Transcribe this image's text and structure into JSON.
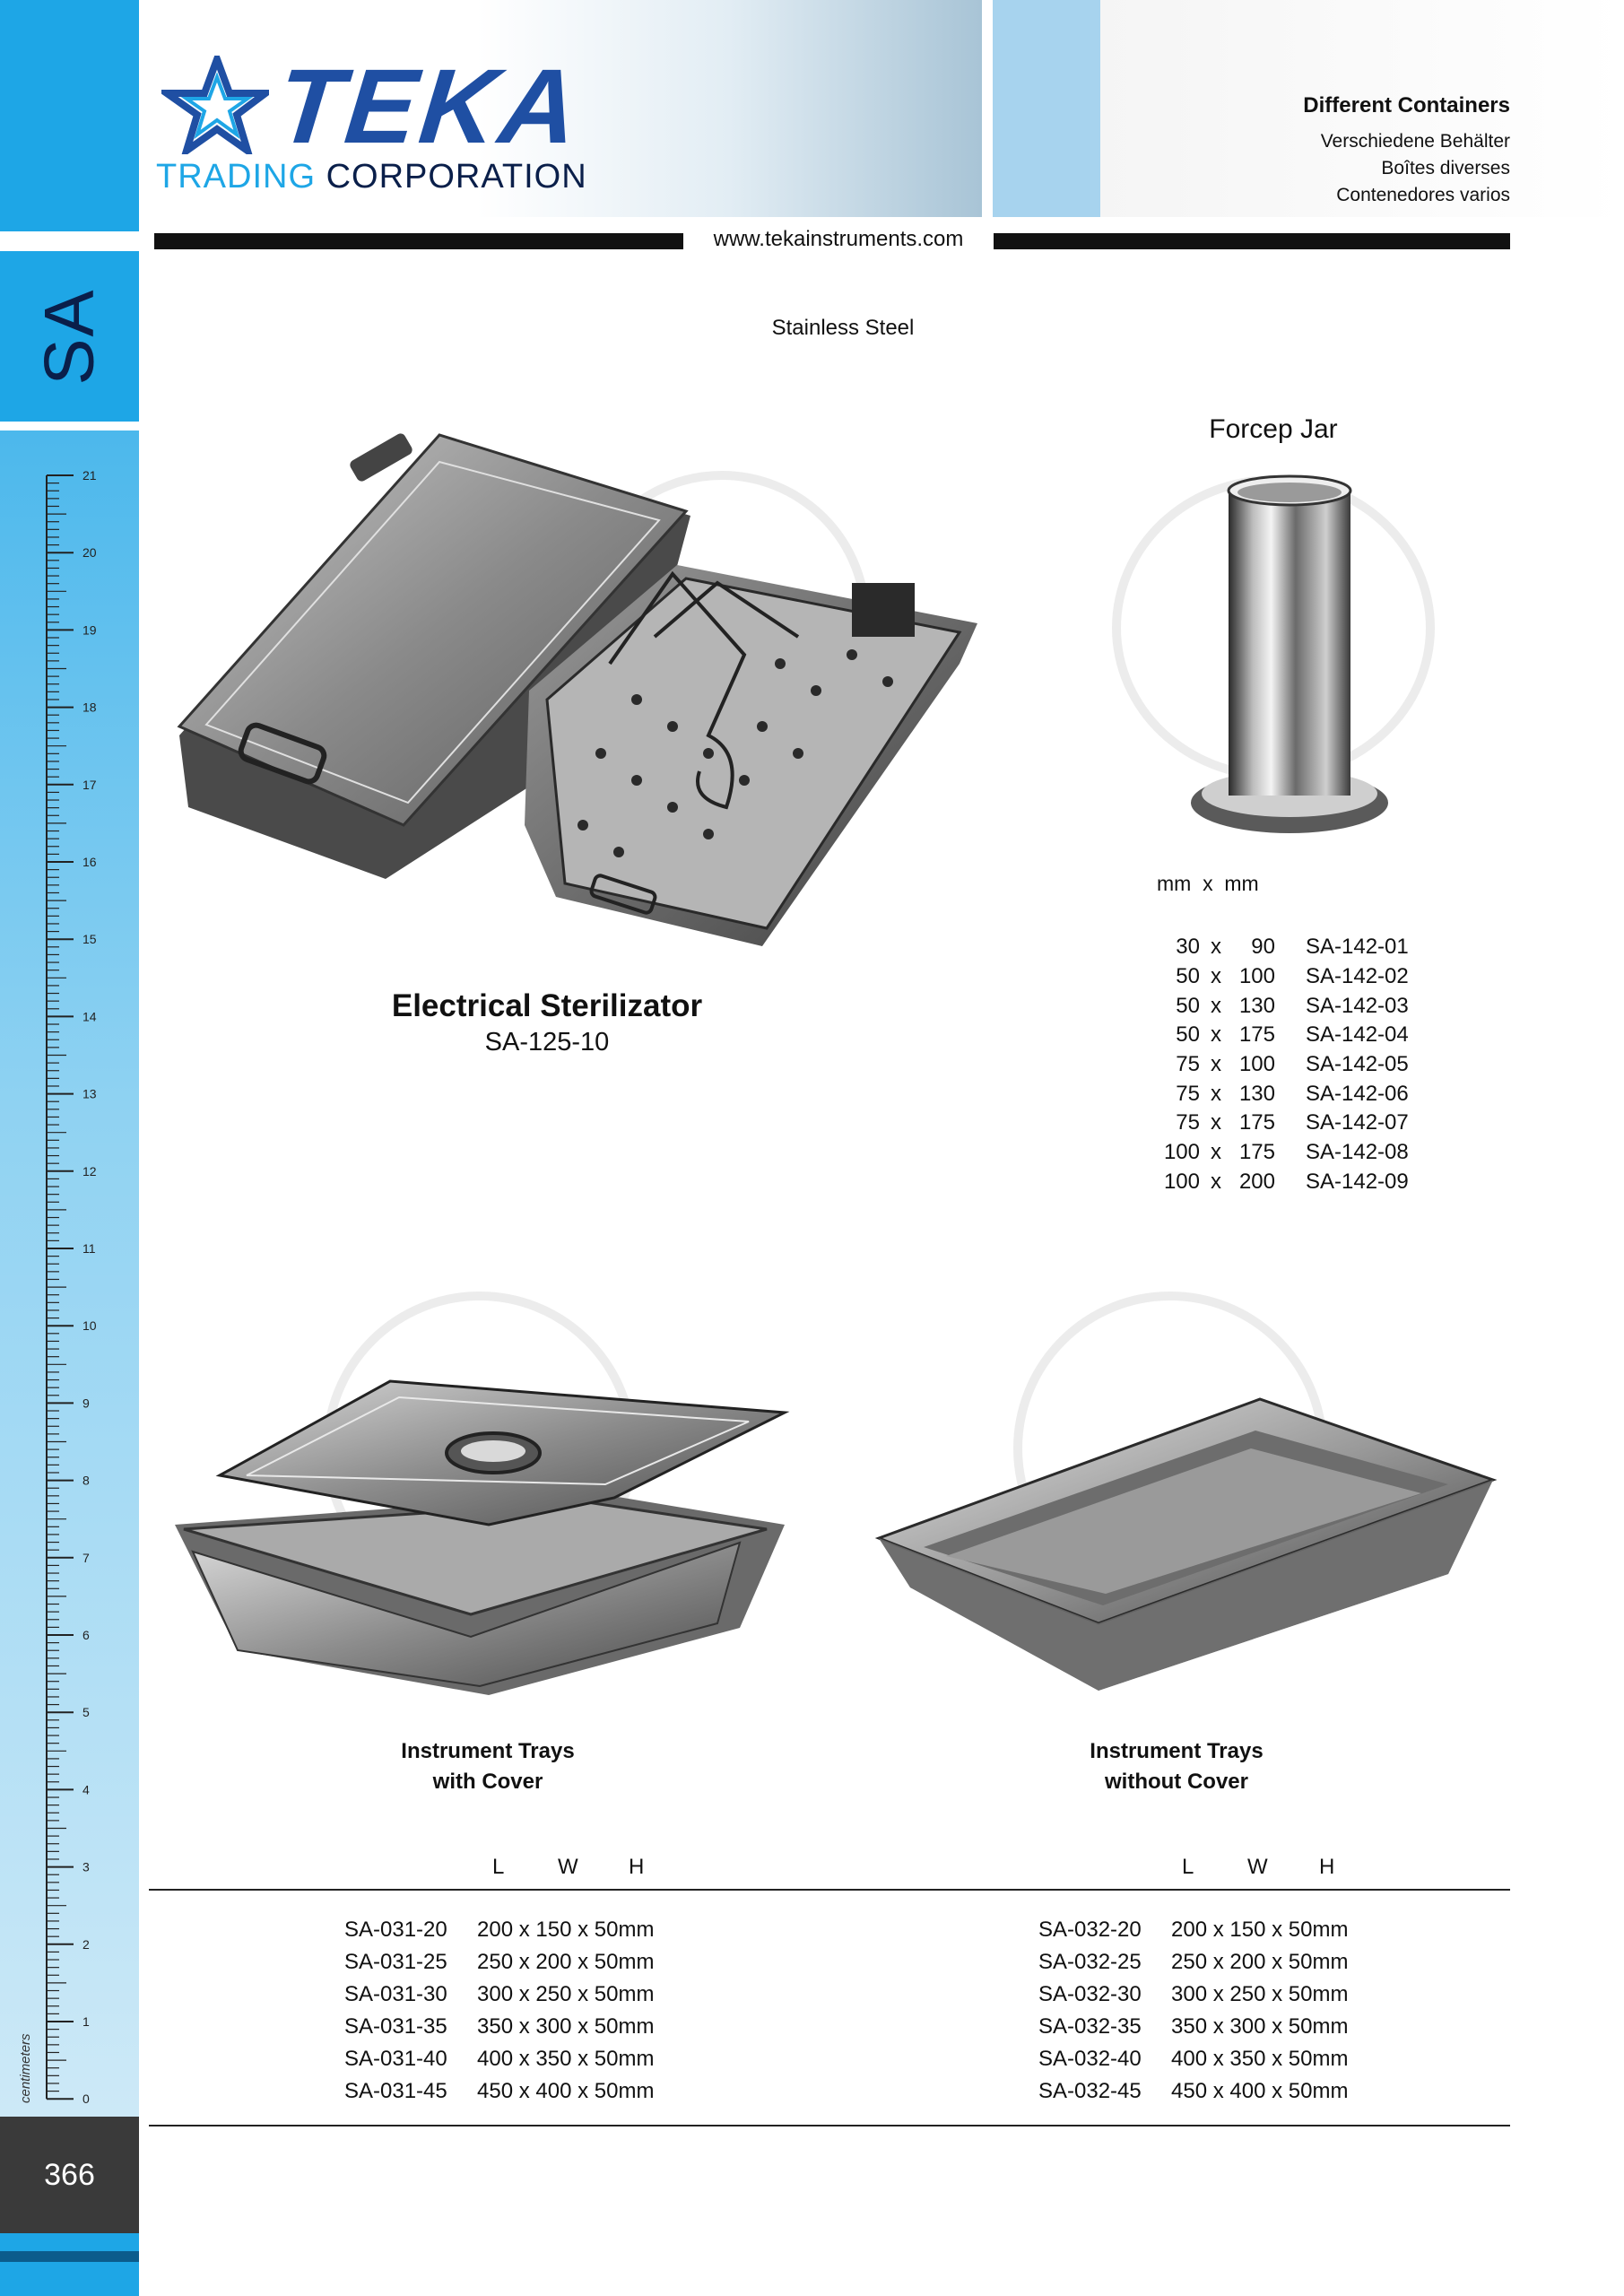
{
  "sidebar": {
    "section": "SA",
    "ruler_unit": "centimeters",
    "ruler_labels": [
      "21",
      "20",
      "19",
      "18",
      "17",
      "16",
      "15",
      "14",
      "13",
      "12",
      "11",
      "10",
      "9",
      "8",
      "7",
      "6",
      "5",
      "4",
      "3",
      "2",
      "1",
      "0"
    ],
    "page_number": "366"
  },
  "header": {
    "brand": "TEKA",
    "brand_sub_1": "TRADING",
    "brand_sub_2": "CORPORATION",
    "title": "Different Containers",
    "subtitle_de": "Verschiedene Behälter",
    "subtitle_fr": "Boîtes diverses",
    "subtitle_es": "Contenedores varios",
    "website": "www.tekainstruments.com"
  },
  "material": "Stainless  Steel",
  "sterilizator": {
    "title": "Electrical Sterilizator",
    "code": "SA-125-10"
  },
  "forcep_jar": {
    "title": "Forcep Jar",
    "units": "mm  x  mm",
    "rows": [
      {
        "a": "30",
        "x": "x",
        "b": "90",
        "code": "SA-142-01"
      },
      {
        "a": "50",
        "x": "x",
        "b": "100",
        "code": "SA-142-02"
      },
      {
        "a": "50",
        "x": "x",
        "b": "130",
        "code": "SA-142-03"
      },
      {
        "a": "50",
        "x": "x",
        "b": "175",
        "code": "SA-142-04"
      },
      {
        "a": "75",
        "x": "x",
        "b": "100",
        "code": "SA-142-05"
      },
      {
        "a": "75",
        "x": "x",
        "b": "130",
        "code": "SA-142-06"
      },
      {
        "a": "75",
        "x": "x",
        "b": "175",
        "code": "SA-142-07"
      },
      {
        "a": "100",
        "x": "x",
        "b": "175",
        "code": "SA-142-08"
      },
      {
        "a": "100",
        "x": "x",
        "b": "200",
        "code": "SA-142-09"
      }
    ]
  },
  "trays_with_cover": {
    "title_1": "Instrument Trays",
    "title_2": "with Cover",
    "col_l": "L",
    "col_w": "W",
    "col_h": "H",
    "rows": [
      {
        "code": "SA-031-20",
        "size": "200 x 150 x 50mm"
      },
      {
        "code": "SA-031-25",
        "size": "250 x 200 x 50mm"
      },
      {
        "code": "SA-031-30",
        "size": "300 x 250 x 50mm"
      },
      {
        "code": "SA-031-35",
        "size": "350 x 300 x 50mm"
      },
      {
        "code": "SA-031-40",
        "size": "400 x 350 x 50mm"
      },
      {
        "code": "SA-031-45",
        "size": "450 x 400 x 50mm"
      }
    ]
  },
  "trays_without_cover": {
    "title_1": "Instrument Trays",
    "title_2": "without Cover",
    "col_l": "L",
    "col_w": "W",
    "col_h": "H",
    "rows": [
      {
        "code": "SA-032-20",
        "size": "200 x 150 x 50mm"
      },
      {
        "code": "SA-032-25",
        "size": "250 x 200 x 50mm"
      },
      {
        "code": "SA-032-30",
        "size": "300 x 250 x 50mm"
      },
      {
        "code": "SA-032-35",
        "size": "350 x 300 x 50mm"
      },
      {
        "code": "SA-032-40",
        "size": "400 x 350 x 50mm"
      },
      {
        "code": "SA-032-45",
        "size": "450 x 400 x 50mm"
      }
    ]
  },
  "colors": {
    "brand_blue": "#1f4fa3",
    "sidebar_blue": "#1ea6e6",
    "navy": "#0a1f4a"
  }
}
